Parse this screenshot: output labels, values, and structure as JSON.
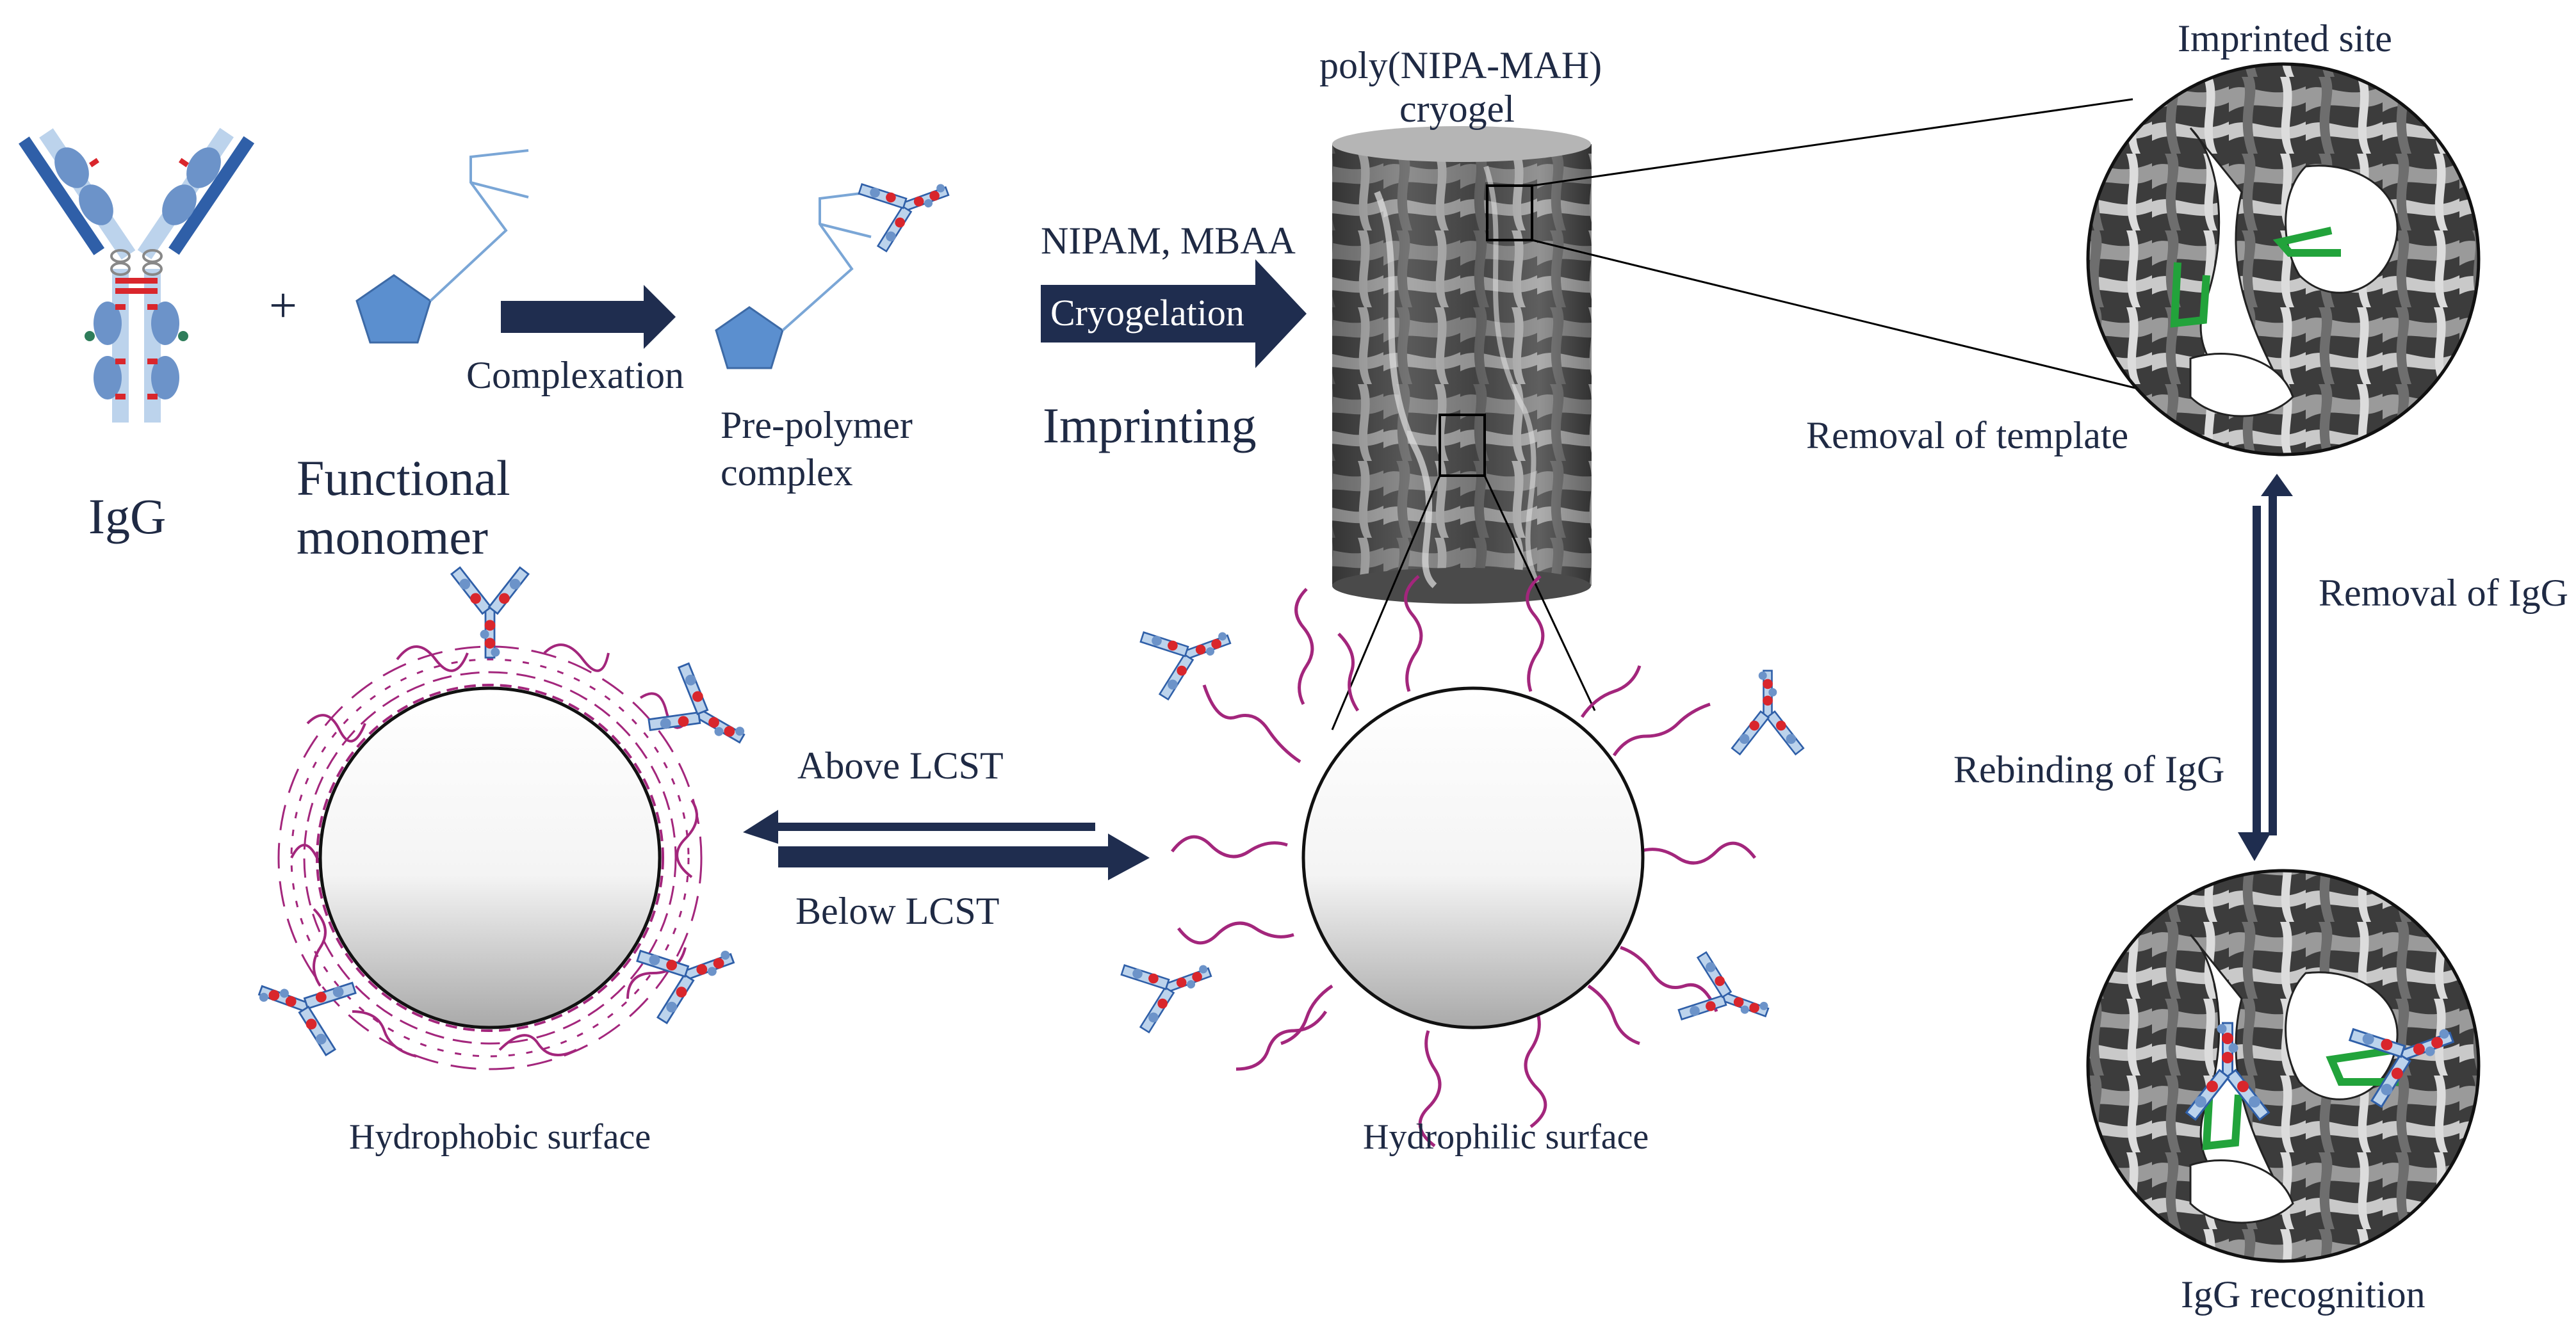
{
  "labels": {
    "igg": "IgG",
    "plus": "+",
    "functional_monomer_line1": "Functional",
    "functional_monomer_line2": "monomer",
    "complexation": "Complexation",
    "prepolymer_line1": "Pre-polymer",
    "prepolymer_line2": "complex",
    "nipam_mbaa": "NIPAM, MBAA",
    "cryogelation": "Cryogelation",
    "imprinting": "Imprinting",
    "cryogel_line1": "poly(NIPA-MAH)",
    "cryogel_line2": "cryogel",
    "imprinted_site": "Imprinted site",
    "removal_of_template": "Removal of template",
    "removal_of_igg": "Removal of IgG",
    "rebinding_of_igg": "Rebinding of IgG",
    "igg_recognition": "IgG recognition",
    "above_lcst": "Above LCST",
    "below_lcst": "Below LCST",
    "hydrophobic_surface": "Hydrophobic surface",
    "hydrophilic_surface": "Hydrophilic surface"
  },
  "colors": {
    "text": "#1f2a44",
    "arrow": "#1f2d4f",
    "antibody_light": "#bcd3ec",
    "antibody_dark": "#2f5fa8",
    "antibody_domain": "#6c93c9",
    "disulfide_red": "#d9262c",
    "monomer_blue": "#5b8fcf",
    "polymer_magenta": "#a3267c",
    "imprint_green": "#22a33b",
    "sem_gray": "#5a5a5a"
  },
  "icons": [
    "antibody-icon",
    "pentagon-monomer-icon",
    "polymer-chain-icon",
    "nanoparticle-icon",
    "cryogel-column-icon"
  ]
}
